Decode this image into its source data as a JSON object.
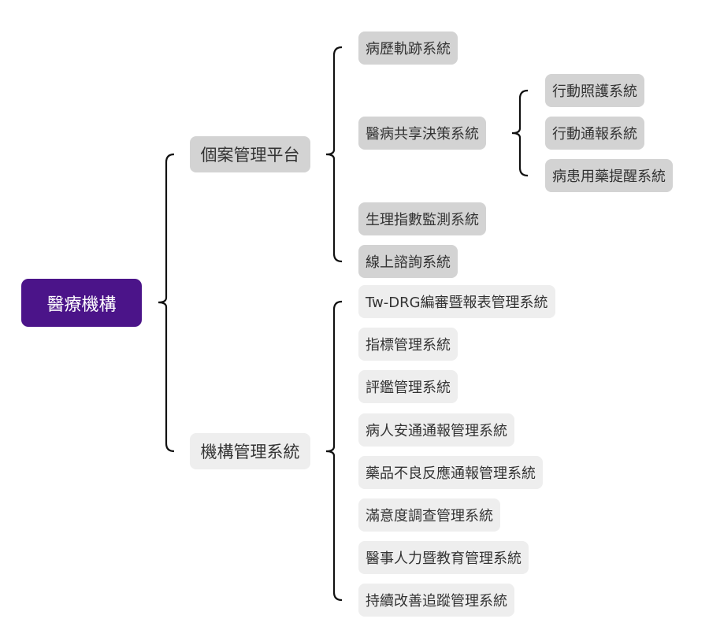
{
  "root": {
    "label": "醫療機構",
    "color": "#4b1489"
  },
  "branches": [
    {
      "label": "個案管理平台",
      "children": [
        {
          "label": "病歷軌跡系統"
        },
        {
          "label": "醫病共享決策系統",
          "children": [
            {
              "label": "行動照護系統"
            },
            {
              "label": "行動通報系統"
            },
            {
              "label": "病患用藥提醒系統"
            }
          ]
        },
        {
          "label": "生理指數監測系統"
        },
        {
          "label": "線上諮詢系統"
        }
      ]
    },
    {
      "label": "機構管理系統",
      "children": [
        {
          "label": "Tw-DRG編審暨報表管理系統"
        },
        {
          "label": "指標管理系統"
        },
        {
          "label": "評鑑管理系統"
        },
        {
          "label": "病人安通通報管理系統"
        },
        {
          "label": "藥品不良反應通報管理系統"
        },
        {
          "label": "滿意度調查管理系統"
        },
        {
          "label": "醫事人力暨教育管理系統"
        },
        {
          "label": "持續改善追蹤管理系統"
        }
      ]
    }
  ]
}
